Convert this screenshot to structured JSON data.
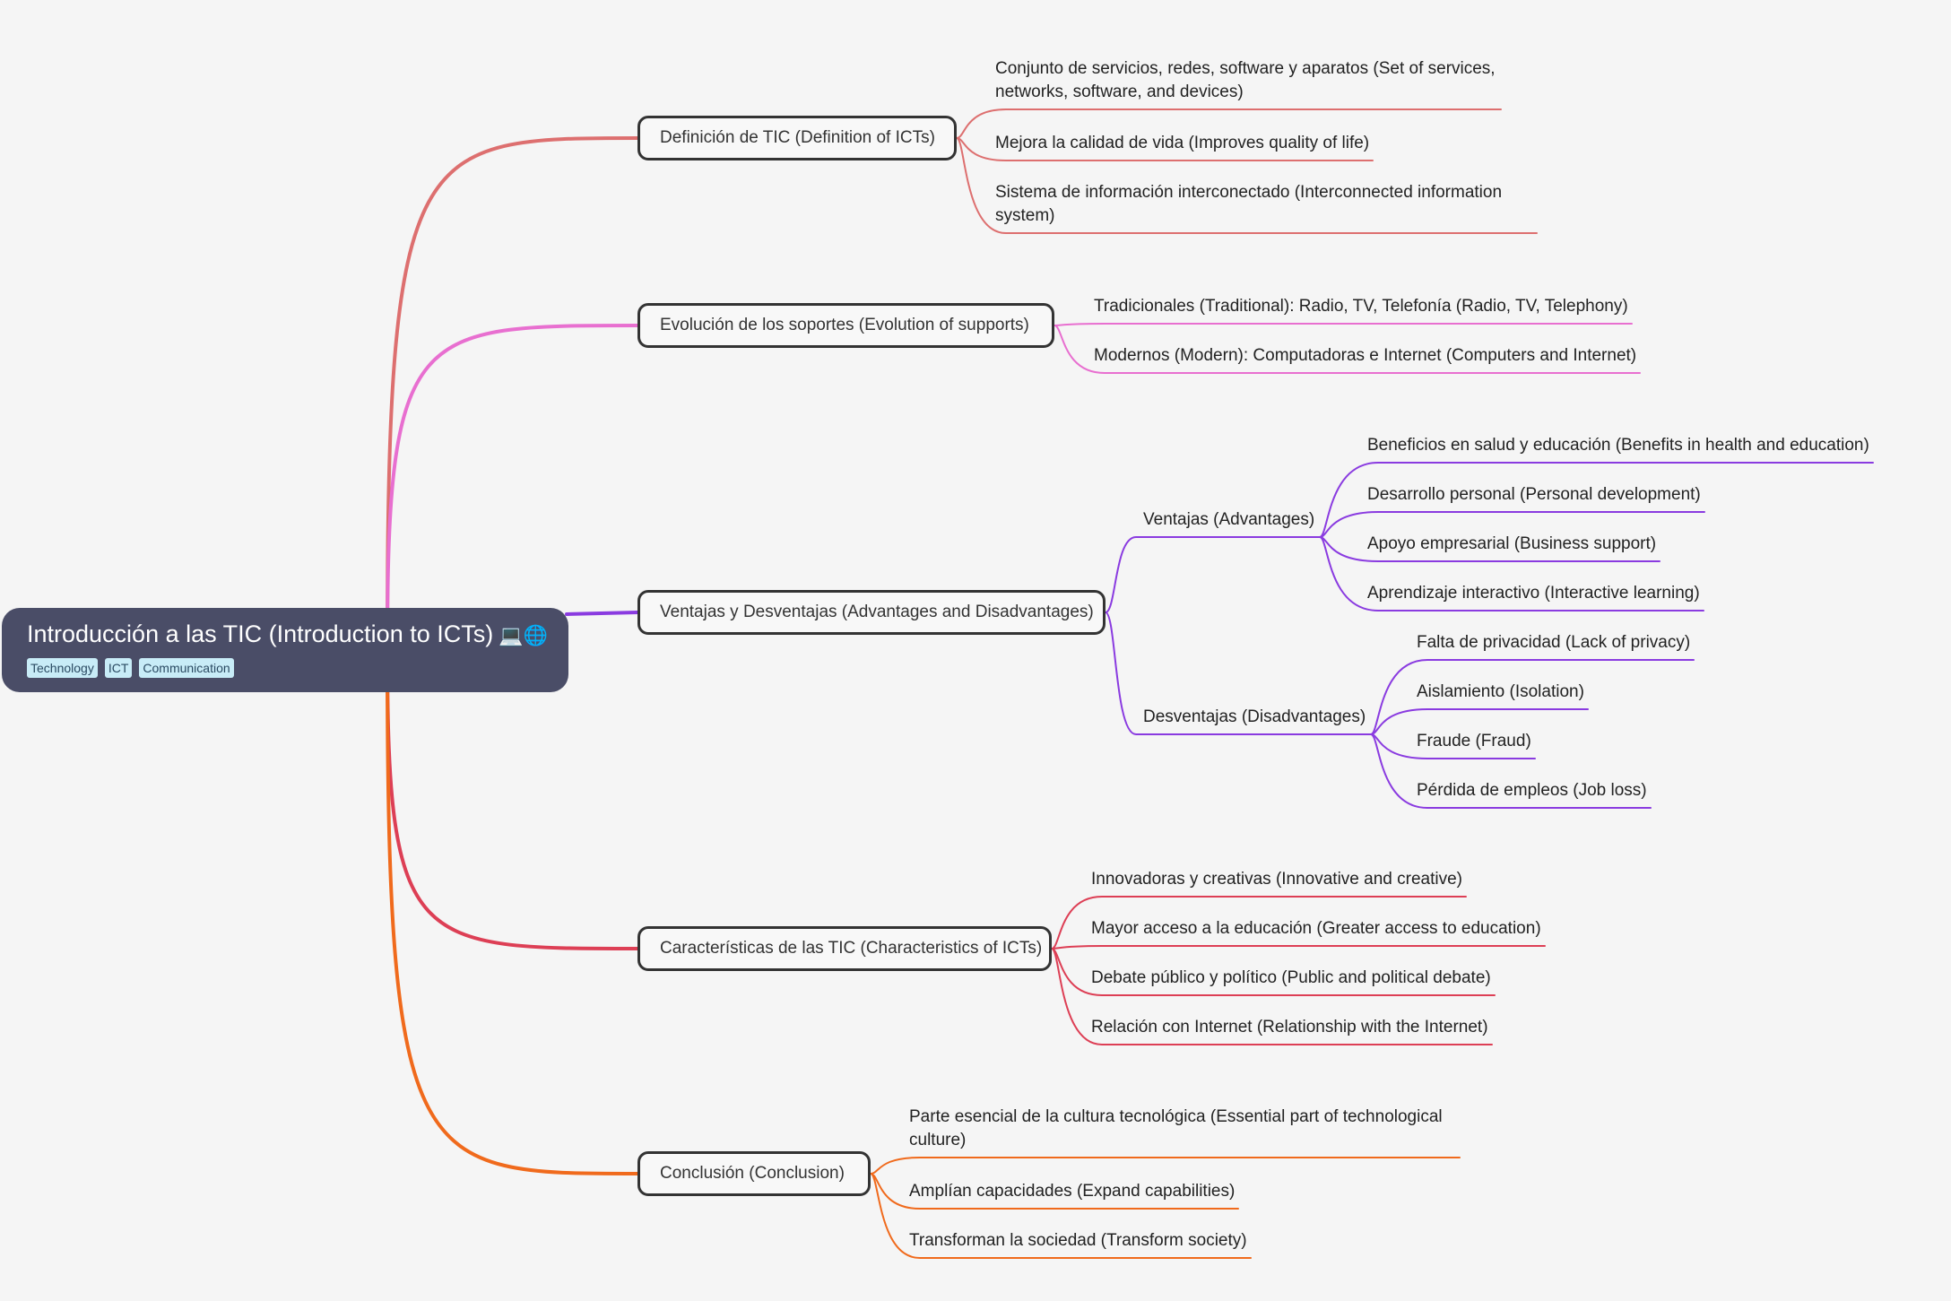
{
  "root": {
    "title": "Introducción a las TIC (Introduction to ICTs)",
    "emoji": "💻🌐",
    "tags": [
      "Technology",
      "ICT",
      "Communication"
    ]
  },
  "branches": [
    {
      "id": "def",
      "label": "Definición de TIC (Definition of ICTs)",
      "color": "#dd6f6f",
      "children": [
        "Conjunto de servicios, redes, software y aparatos (Set of services, networks, software, and devices)",
        "Mejora la calidad de vida (Improves quality of life)",
        "Sistema de información interconectado (Interconnected information system)"
      ]
    },
    {
      "id": "evo",
      "label": "Evolución de los soportes (Evolution of supports)",
      "color": "#e86fd0",
      "children": [
        "Tradicionales (Traditional): Radio, TV, Telefonía (Radio, TV, Telephony)",
        "Modernos (Modern): Computadoras e Internet (Computers and Internet)"
      ]
    },
    {
      "id": "vd",
      "label": "Ventajas y Desventajas (Advantages and Disadvantages)",
      "color": "#8a3be0",
      "groups": [
        {
          "label": "Ventajas (Advantages)",
          "children": [
            "Beneficios en salud y educación (Benefits in health and education)",
            "Desarrollo personal (Personal development)",
            "Apoyo empresarial (Business support)",
            "Aprendizaje interactivo (Interactive learning)"
          ]
        },
        {
          "label": "Desventajas (Disadvantages)",
          "children": [
            "Falta de privacidad (Lack of privacy)",
            "Aislamiento (Isolation)",
            "Fraude (Fraud)",
            "Pérdida de empleos (Job loss)"
          ]
        }
      ]
    },
    {
      "id": "car",
      "label": "Características de las TIC (Characteristics of ICTs)",
      "color": "#dd3f55",
      "children": [
        "Innovadoras y creativas (Innovative and creative)",
        "Mayor acceso a la educación (Greater access to education)",
        "Debate público y político (Public and political debate)",
        "Relación con Internet (Relationship with the Internet)"
      ]
    },
    {
      "id": "con",
      "label": "Conclusión (Conclusion)",
      "color": "#f06a1c",
      "children": [
        "Parte esencial de la cultura tecnológica (Essential part of technological culture)",
        "Amplían capacidades (Expand capabilities)",
        "Transforman la sociedad (Transform society)"
      ]
    }
  ]
}
